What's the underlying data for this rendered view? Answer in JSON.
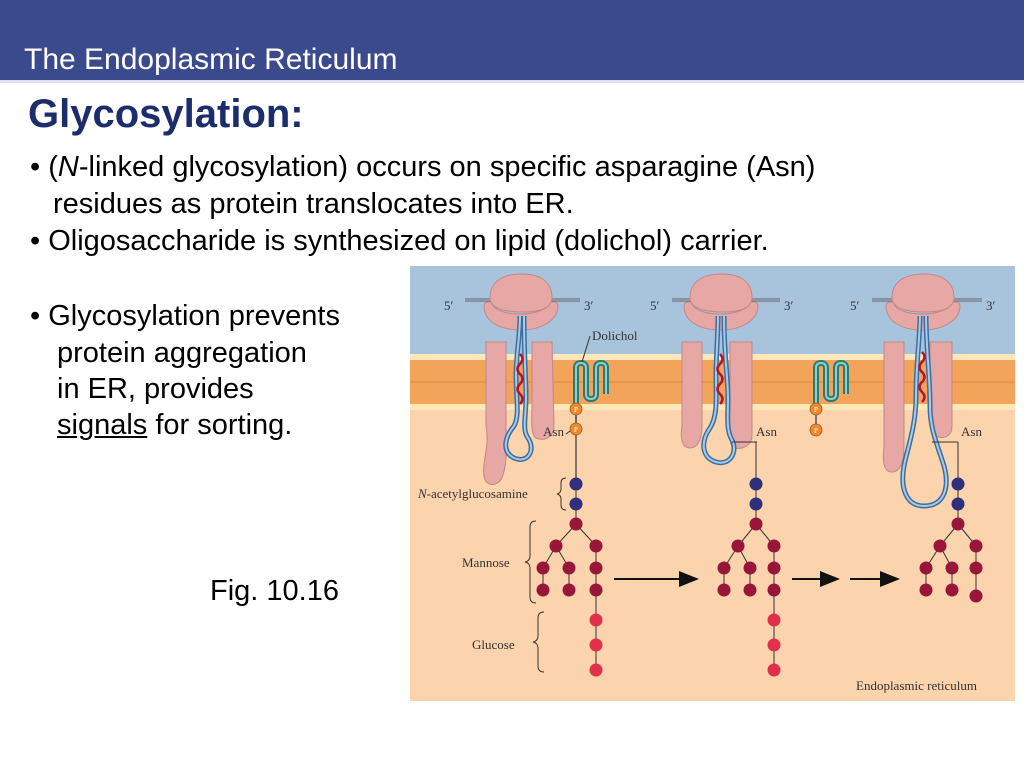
{
  "header": {
    "section_title": "The Endoplasmic Reticulum"
  },
  "slide": {
    "heading": "Glycosylation:",
    "bullet1": {
      "bullet": "•",
      "open_paren": "(",
      "n_italic": "N",
      "rest_line1": "-linked glycosylation) occurs on specific asparagine (Asn)",
      "line2": "residues as protein translocates into ER."
    },
    "bullet2": {
      "bullet": "•",
      "text": "Oligosaccharide is synthesized on lipid (dolichol) carrier."
    },
    "bullet3": {
      "bullet": "•",
      "line1": "Glycosylation prevents",
      "line2": "protein aggregation",
      "line3": "in ER, provides",
      "line4_underlined": "signals",
      "line4_rest": " for sorting."
    },
    "fig_label": "Fig. 10.16"
  },
  "figure": {
    "labels": {
      "five_prime": "5′",
      "three_prime": "3′",
      "dolichol": "Dolichol",
      "asn": "Asn",
      "n_italic": "N",
      "acetylglucosamine": "-acetylglucosamine",
      "mannose": "Mannose",
      "glucose": "Glucose",
      "phosphate": "P",
      "compartment": "Endoplasmic reticulum"
    },
    "colors": {
      "cytosol": "#a8c4dc",
      "membrane": "#f2a45a",
      "lumen": "#fbd3ad",
      "ribosome": "#e7a7a5",
      "glcnac": "#2f2f7a",
      "mannose": "#98163a",
      "glucose": "#e0304c",
      "dolichol": "#4a9e96",
      "phosphate": "#ee8a2c"
    }
  }
}
